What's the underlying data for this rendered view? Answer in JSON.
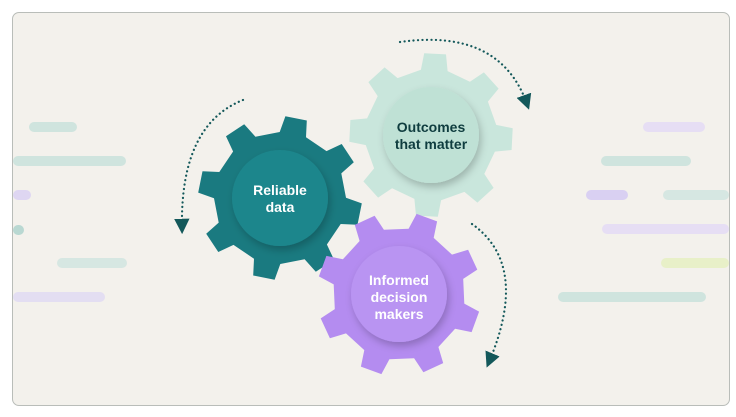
{
  "diagram": {
    "gears": [
      {
        "id": "reliable",
        "label_lines": [
          "Reliable",
          "data"
        ],
        "color": "#1a7a80",
        "hub_color": "#1c8389",
        "text_color": "#ffffff"
      },
      {
        "id": "outcomes",
        "label_lines": [
          "Outcomes",
          "that matter"
        ],
        "color": "#c9e6dc",
        "hub_color": "#bde0d4",
        "text_color": "#0f3d3f"
      },
      {
        "id": "informed",
        "label_lines": [
          "Informed",
          "decision",
          "makers"
        ],
        "color": "#b48cf0",
        "hub_color": "#b994f2",
        "text_color": "#ffffff"
      }
    ],
    "arrow_color": "#13585a",
    "background_color": "#f3f1ec"
  }
}
